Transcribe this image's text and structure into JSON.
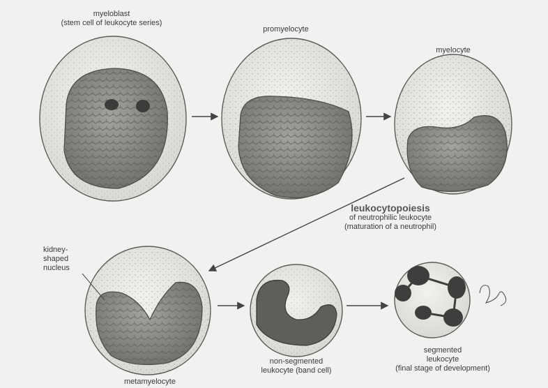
{
  "labels": {
    "myeloblast_name": "myeloblast",
    "myeloblast_desc": "(stem cell of leukocyte series)",
    "promyelocyte": "promyelocyte",
    "myelocyte": "myelocyte",
    "metamyelocyte": "metamyelocyte",
    "band_line1": "non-segmented",
    "band_line2": "leukocyte (band cell)",
    "seg_line1": "segmented",
    "seg_line2": "leukocyte",
    "seg_line3": "(final stage of development)",
    "kidney_line1": "kidney-",
    "kidney_line2": "shaped",
    "kidney_line3": "nucleus"
  },
  "heading": {
    "title": "leukocytopoiesis",
    "sub1": "of neutrophilic leukocyte",
    "sub2": "(maturation of a neutrophil)"
  },
  "colors": {
    "background": "#f1f1f0",
    "cytoplasm": "#e7e6e3",
    "nucleus": "#8a8985",
    "nucleus_dark": "#4d4c49",
    "outline": "#5a5a58"
  }
}
